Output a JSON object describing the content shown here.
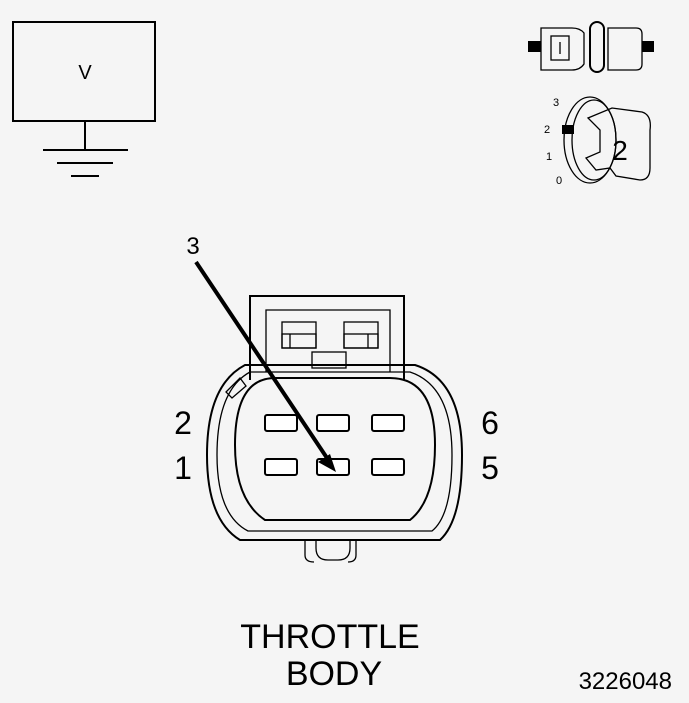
{
  "meter": {
    "label": "V"
  },
  "key_switch": {
    "positions": [
      "3",
      "2",
      "1",
      "0"
    ],
    "key_number": "2"
  },
  "connector": {
    "pointer_label": "3",
    "pin_labels": {
      "top_left": "2",
      "bottom_left": "1",
      "top_right": "6",
      "bottom_right": "5"
    },
    "title_line1": "THROTTLE",
    "title_line2": "BODY"
  },
  "figure_id": "3226048"
}
